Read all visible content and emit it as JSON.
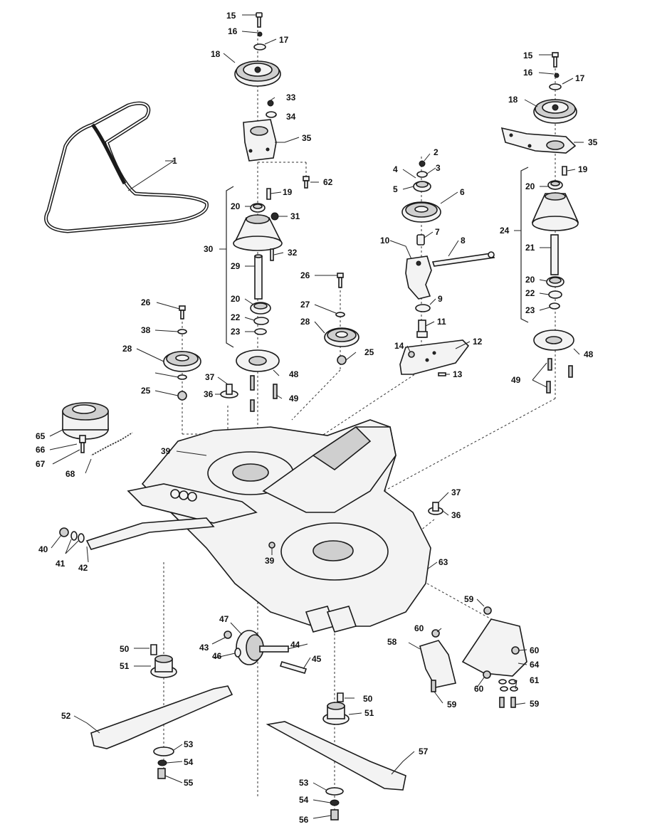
{
  "callouts": [
    {
      "id": "c-1",
      "label": "1"
    },
    {
      "id": "c-2",
      "label": "2"
    },
    {
      "id": "c-3",
      "label": "3"
    },
    {
      "id": "c-4",
      "label": "4"
    },
    {
      "id": "c-5",
      "label": "5"
    },
    {
      "id": "c-6",
      "label": "6"
    },
    {
      "id": "c-7",
      "label": "7"
    },
    {
      "id": "c-8",
      "label": "8"
    },
    {
      "id": "c-9",
      "label": "9"
    },
    {
      "id": "c-10",
      "label": "10"
    },
    {
      "id": "c-11",
      "label": "11"
    },
    {
      "id": "c-12",
      "label": "12"
    },
    {
      "id": "c-13",
      "label": "13"
    },
    {
      "id": "c-14",
      "label": "14"
    },
    {
      "id": "c-15a",
      "label": "15"
    },
    {
      "id": "c-16a",
      "label": "16"
    },
    {
      "id": "c-17a",
      "label": "17"
    },
    {
      "id": "c-18a",
      "label": "18"
    },
    {
      "id": "c-15b",
      "label": "15"
    },
    {
      "id": "c-16b",
      "label": "16"
    },
    {
      "id": "c-17b",
      "label": "17"
    },
    {
      "id": "c-18b",
      "label": "18"
    },
    {
      "id": "c-19a",
      "label": "19"
    },
    {
      "id": "c-19b",
      "label": "19"
    },
    {
      "id": "c-20a",
      "label": "20"
    },
    {
      "id": "c-20b",
      "label": "20"
    },
    {
      "id": "c-20c",
      "label": "20"
    },
    {
      "id": "c-20d",
      "label": "20"
    },
    {
      "id": "c-21",
      "label": "21"
    },
    {
      "id": "c-22a",
      "label": "22"
    },
    {
      "id": "c-22b",
      "label": "22"
    },
    {
      "id": "c-23a",
      "label": "23"
    },
    {
      "id": "c-23b",
      "label": "23"
    },
    {
      "id": "c-24",
      "label": "24"
    },
    {
      "id": "c-25a",
      "label": "25"
    },
    {
      "id": "c-25b",
      "label": "25"
    },
    {
      "id": "c-26a",
      "label": "26"
    },
    {
      "id": "c-26b",
      "label": "26"
    },
    {
      "id": "c-27",
      "label": "27"
    },
    {
      "id": "c-28a",
      "label": "28"
    },
    {
      "id": "c-28b",
      "label": "28"
    },
    {
      "id": "c-29",
      "label": "29"
    },
    {
      "id": "c-30",
      "label": "30"
    },
    {
      "id": "c-31",
      "label": "31"
    },
    {
      "id": "c-32",
      "label": "32"
    },
    {
      "id": "c-33",
      "label": "33"
    },
    {
      "id": "c-34",
      "label": "34"
    },
    {
      "id": "c-35a",
      "label": "35"
    },
    {
      "id": "c-35b",
      "label": "35"
    },
    {
      "id": "c-36a",
      "label": "36"
    },
    {
      "id": "c-36b",
      "label": "36"
    },
    {
      "id": "c-37a",
      "label": "37"
    },
    {
      "id": "c-37b",
      "label": "37"
    },
    {
      "id": "c-38",
      "label": "38"
    },
    {
      "id": "c-39a",
      "label": "39"
    },
    {
      "id": "c-39b",
      "label": "39"
    },
    {
      "id": "c-40",
      "label": "40"
    },
    {
      "id": "c-41",
      "label": "41"
    },
    {
      "id": "c-42",
      "label": "42"
    },
    {
      "id": "c-43",
      "label": "43"
    },
    {
      "id": "c-44",
      "label": "44"
    },
    {
      "id": "c-45",
      "label": "45"
    },
    {
      "id": "c-46",
      "label": "46"
    },
    {
      "id": "c-47",
      "label": "47"
    },
    {
      "id": "c-48a",
      "label": "48"
    },
    {
      "id": "c-48b",
      "label": "48"
    },
    {
      "id": "c-49a",
      "label": "49"
    },
    {
      "id": "c-49b",
      "label": "49"
    },
    {
      "id": "c-50a",
      "label": "50"
    },
    {
      "id": "c-50b",
      "label": "50"
    },
    {
      "id": "c-51a",
      "label": "51"
    },
    {
      "id": "c-51b",
      "label": "51"
    },
    {
      "id": "c-52",
      "label": "52"
    },
    {
      "id": "c-53a",
      "label": "53"
    },
    {
      "id": "c-53b",
      "label": "53"
    },
    {
      "id": "c-54a",
      "label": "54"
    },
    {
      "id": "c-54b",
      "label": "54"
    },
    {
      "id": "c-55",
      "label": "55"
    },
    {
      "id": "c-56",
      "label": "56"
    },
    {
      "id": "c-57",
      "label": "57"
    },
    {
      "id": "c-58",
      "label": "58"
    },
    {
      "id": "c-59a",
      "label": "59"
    },
    {
      "id": "c-59b",
      "label": "59"
    },
    {
      "id": "c-59c",
      "label": "59"
    },
    {
      "id": "c-60a",
      "label": "60"
    },
    {
      "id": "c-60b",
      "label": "60"
    },
    {
      "id": "c-60c",
      "label": "60"
    },
    {
      "id": "c-61",
      "label": "61"
    },
    {
      "id": "c-62",
      "label": "62"
    },
    {
      "id": "c-63",
      "label": "63"
    },
    {
      "id": "c-64",
      "label": "64"
    },
    {
      "id": "c-65",
      "label": "65"
    },
    {
      "id": "c-66",
      "label": "66"
    },
    {
      "id": "c-67",
      "label": "67"
    },
    {
      "id": "c-68",
      "label": "68"
    }
  ]
}
